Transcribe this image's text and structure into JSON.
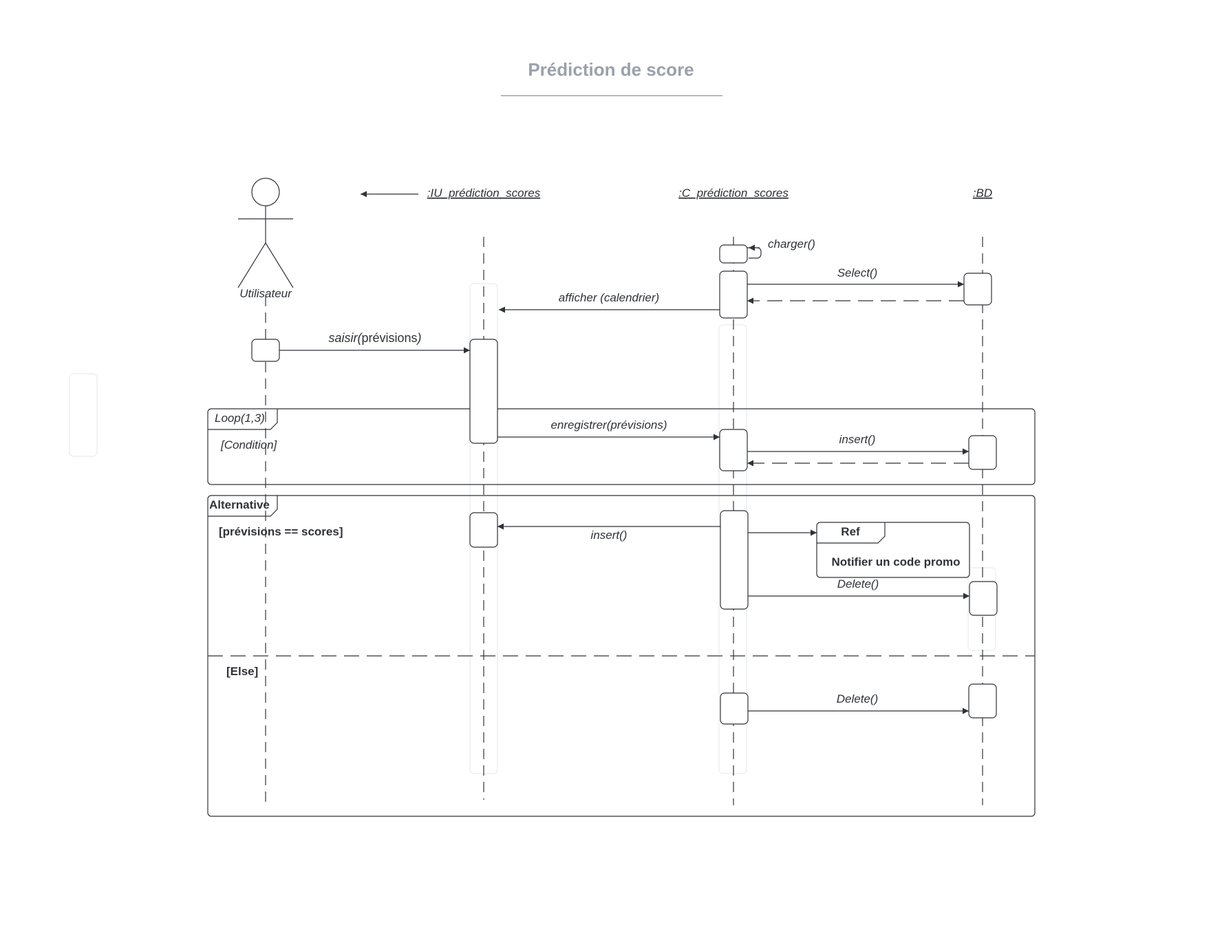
{
  "title": "Prédiction de score",
  "actor": {
    "label": "Utilisateur"
  },
  "lifelines": {
    "ui": ":IU_prédiction_scores",
    "controller": ":C_prédiction_scores",
    "db": ":BD"
  },
  "messages": {
    "charger": "charger()",
    "select": "Select()",
    "afficher": "afficher (calendrier)",
    "saisir_a": "saisir(",
    "saisir_b": "prévisions",
    "saisir_c": ")",
    "enregistrer": "enregistrer(prévisions)",
    "insert_loop": "insert()",
    "insert_alt": "insert()",
    "delete_alt": "Delete()",
    "delete_else": "Delete()"
  },
  "fragments": {
    "loop": {
      "label": "Loop(1,3)",
      "guard": "[Condition]"
    },
    "alt": {
      "label": "Alternative",
      "guard": "[prévisions == scores]",
      "else": "[Else]"
    },
    "ref": {
      "label": "Ref",
      "text": "Notifier un code promo"
    }
  },
  "colors": {
    "line": "#2f3237",
    "title": "#9aa1ab",
    "faint": "#eef0f2"
  }
}
